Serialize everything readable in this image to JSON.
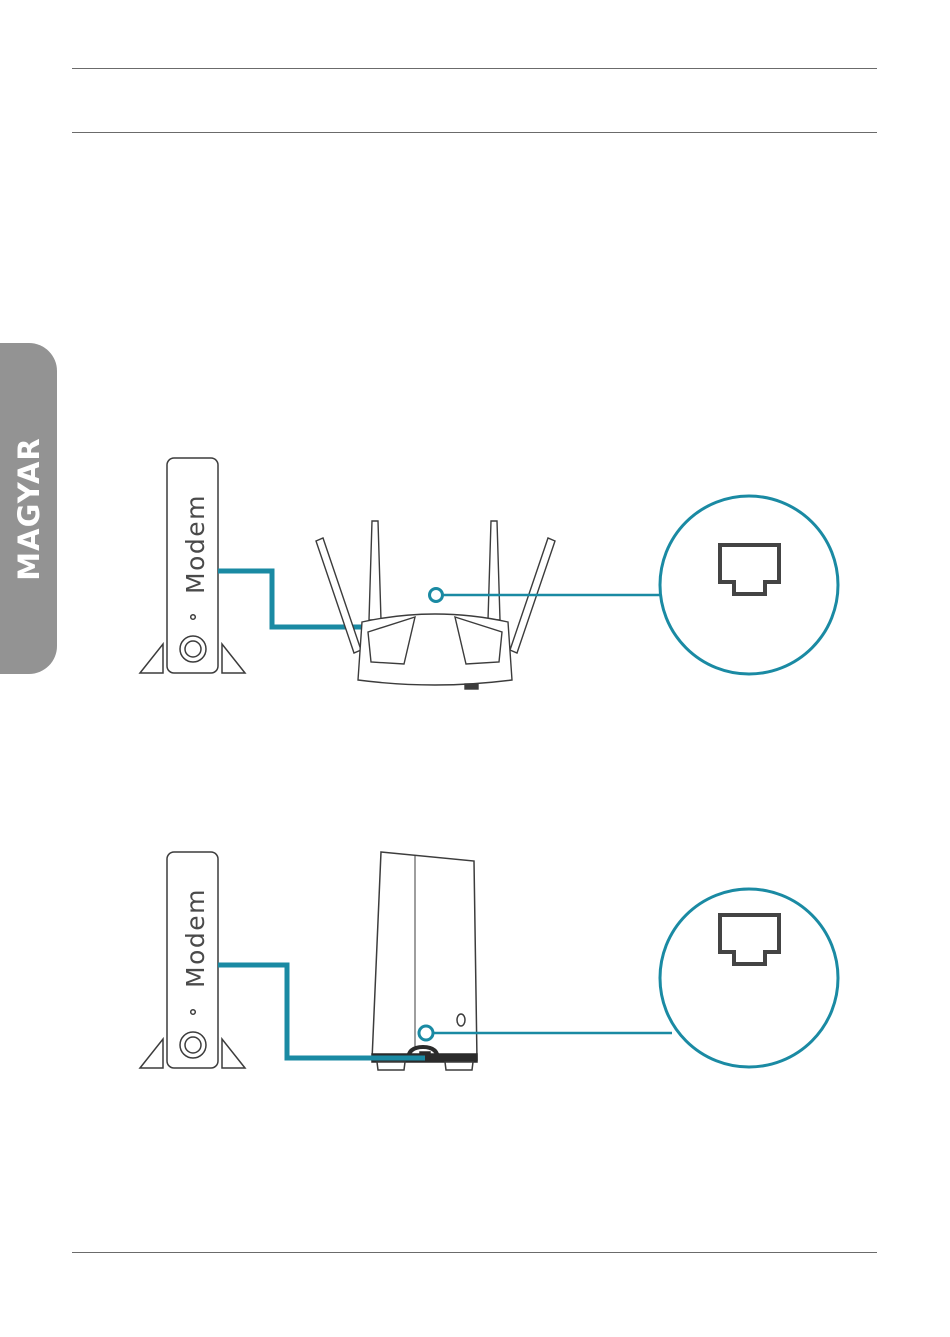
{
  "sidebar": {
    "language_label": "MAGYAR"
  },
  "diagram_router": {
    "modem_label": "Modem"
  },
  "diagram_tower": {
    "modem_label": "Modem"
  },
  "colors": {
    "cable": "#1a8aa3",
    "outline": "#3c3c3c",
    "rule": "#6b6b6b",
    "tab": "#939393"
  }
}
